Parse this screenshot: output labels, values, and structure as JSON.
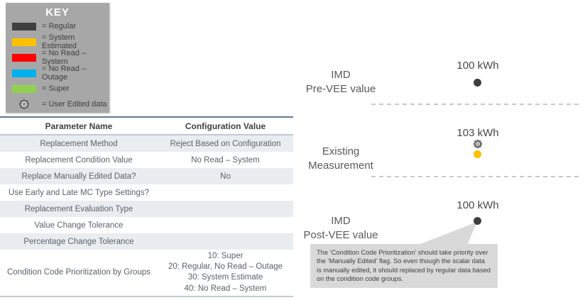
{
  "key": {
    "title": "KEY",
    "items": [
      {
        "label": "= Regular",
        "color": "#3F3F3F",
        "icon": "swatch"
      },
      {
        "label": "= System Estimated",
        "color": "#FFC000",
        "icon": "swatch"
      },
      {
        "label": "= No Read – System",
        "color": "#FF0000",
        "icon": "swatch"
      },
      {
        "label": "= No Read – Outage",
        "color": "#00B0F0",
        "icon": "swatch"
      },
      {
        "label": "= Super",
        "color": "#92D050",
        "icon": "swatch"
      },
      {
        "label": "= User Edited data",
        "color": "#FFFFFF",
        "icon": "gear"
      }
    ]
  },
  "table": {
    "headers": [
      "Parameter Name",
      "Configuration Value"
    ],
    "rows": [
      {
        "name": "Replacement Method",
        "value": "Reject Based on Configuration"
      },
      {
        "name": "Replacement Condition Value",
        "value": "No Read – System"
      },
      {
        "name": "Replace Manually Edited Data?",
        "value": "No"
      },
      {
        "name": "Use Early and Late MC Type Settings?",
        "value": ""
      },
      {
        "name": "Replacement Evaluation Type",
        "value": ""
      },
      {
        "name": "Value Change Tolerance",
        "value": ""
      },
      {
        "name": "Percentage Change Tolerance",
        "value": ""
      },
      {
        "name": "Condition Code Prioritization by Groups",
        "value": "10: Super\n20: Regular, No Read – Outage\n30: System Estimate\n40: No Read – System"
      }
    ]
  },
  "diagram": {
    "sections": [
      {
        "label": "IMD\nPre-VEE value",
        "value": "100 kWh",
        "marker": "regular",
        "marker_color": "#3F3F3F"
      },
      {
        "label": "Existing\nMeasurement",
        "value": "103 kWh",
        "marker": "system-estimated-user-edited",
        "marker_color": "#FFC000"
      },
      {
        "label": "IMD\nPost-VEE value",
        "value": "100 kWh",
        "marker": "regular",
        "marker_color": "#3F3F3F"
      }
    ],
    "callout": "The ‘Condition Code Prioritization’ should take priority over the ‘Manually Edited’ flag.  So even though the scalar data is manually edited, it should replaced by regular data based on the condition code groups."
  },
  "colors": {
    "regular": "#3F3F3F",
    "system_estimated": "#FFC000",
    "no_read_system": "#FF0000",
    "no_read_outage": "#00B0F0",
    "super": "#92D050",
    "key_background": "#A7A7A7",
    "callout_background": "#D9D9D9",
    "table_stripe": "#E9EDF0"
  }
}
